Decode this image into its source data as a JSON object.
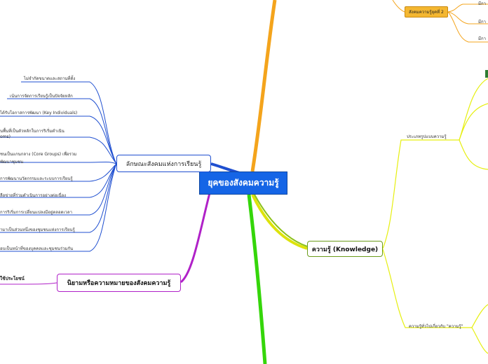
{
  "central": {
    "title": "ยุคของสังคมความรู้"
  },
  "blue_branch": {
    "title": "ลักษณะสังคมแห่งการเรียนรู้",
    "leaves": [
      "ไม่จำกัดขนาดและสถานที่ตั้ง",
      "เน้นการจัดการเรียนรู้เป็นปัจจัยหลัก",
      "ได้รับโอกาสการพัฒนา (Key Individuals)",
      "นพื้นที่เป็นตัวหลักในการริเริ่มดำเนิน",
      "oms)",
      "ชนเป็นแกนกลาง (Core Groups) เพื่อรวม",
      "พัฒนาชุมชน",
      "การพัฒนานวัตกรรมและระบบการเรียนรู้",
      "ลือข่ายที่ร่วมดำเนินการอย่างต่อเนื่อง",
      "การริเริ่มการเปลี่ยนแปลงมีอยู่ตลอดเวลา",
      "ามาเป็นส่วนหนึ่งของชุมชนแห่งการเรียนรู้",
      "อบเป็นหน้าที่ของบุคคลและชุมชนร่วมกัน"
    ]
  },
  "magenta_branch": {
    "title": "นิยามหรือความหมายของสังคมความรู้",
    "leaf": "ใช้ประโยชน์"
  },
  "green_branch": {
    "title": "ความรู้ (Knowledge)",
    "sub1": "ประเภทรูปแบบความรู้",
    "sub2": "ความรู้ทั่วไปเกี่ยวกับ \"ความรู้\""
  },
  "orange_branch": {
    "title": "สังคมความรู้ยุคที่ 2",
    "leaves": [
      "มีกา",
      "มีกา",
      "มีกา"
    ]
  },
  "colors": {
    "blue": "#1f4fd0",
    "magenta": "#b021c8",
    "green": "#6b9c1a",
    "lime": "#e6ef10",
    "orange": "#f4a41c",
    "central": "#1565e6",
    "light_green": "#35d60a"
  }
}
